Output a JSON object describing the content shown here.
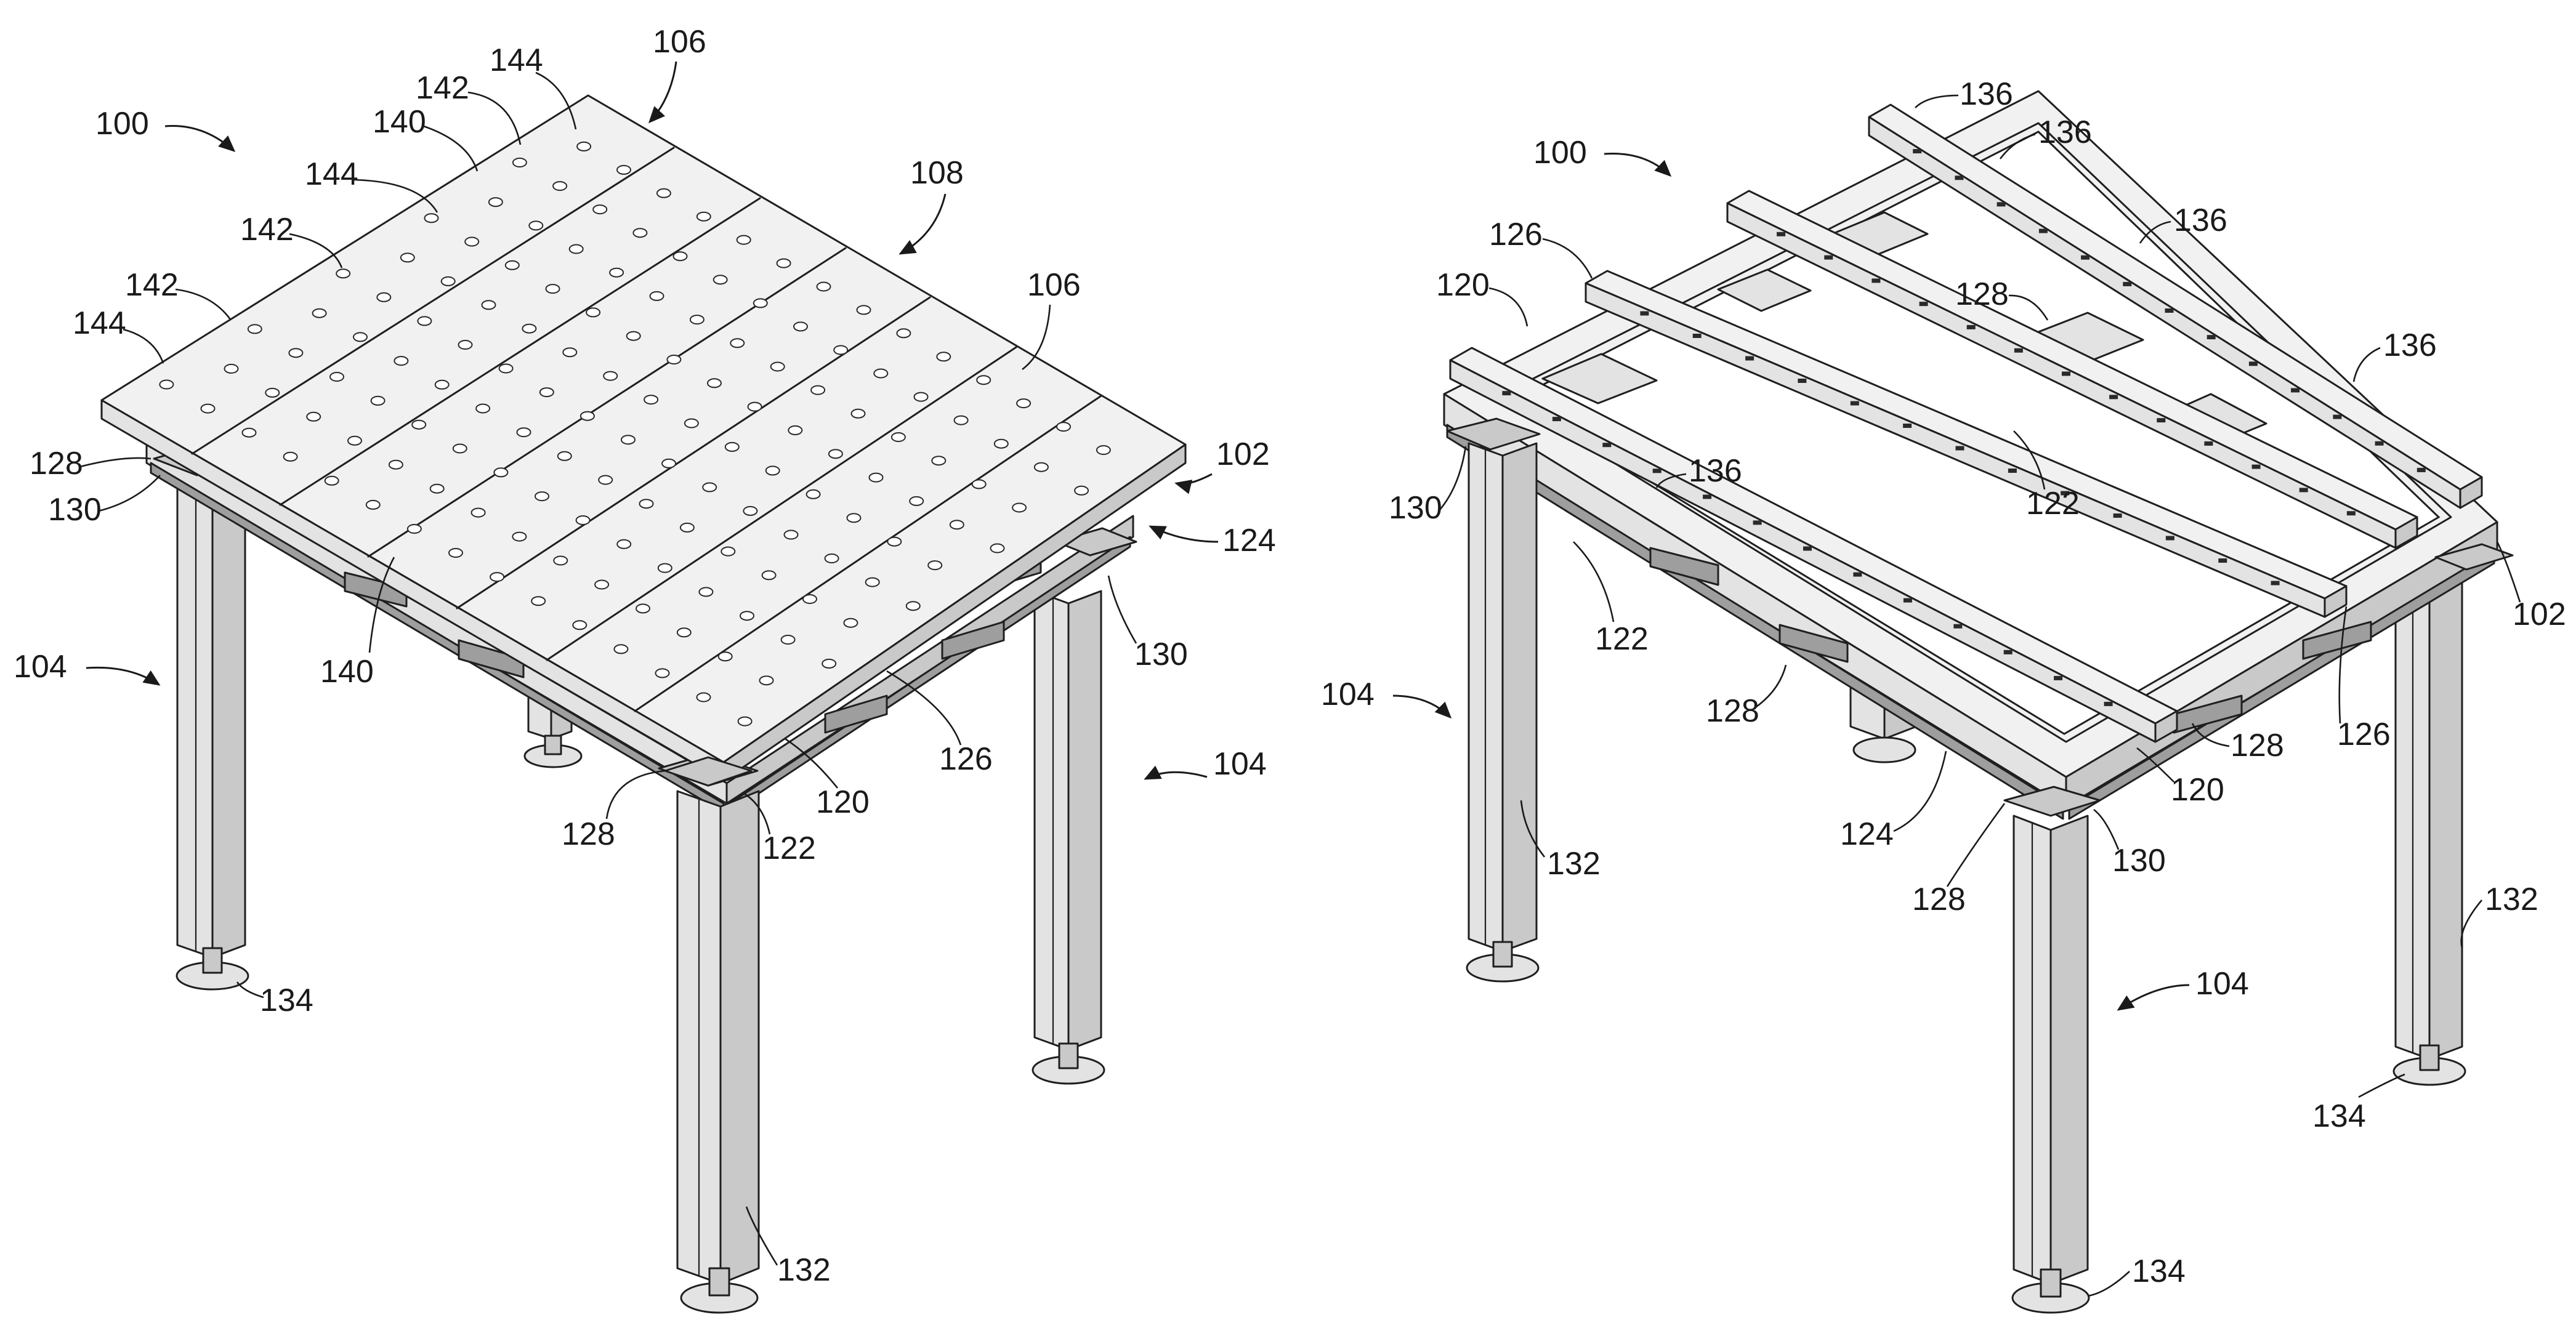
{
  "figure": {
    "left_view": {
      "labels": {
        "l100": "100",
        "l106a": "106",
        "l144a": "144",
        "l142a": "142",
        "l140a": "140",
        "l144b": "144",
        "l142b": "142",
        "l108": "108",
        "l142c": "142",
        "l144c": "144",
        "l106b": "106",
        "l128a": "128",
        "l130a": "130",
        "l102": "102",
        "l124": "124",
        "l104a": "104",
        "l140b": "140",
        "l130b": "130",
        "l126": "126",
        "l104b": "104",
        "l120": "120",
        "l128b": "128",
        "l122": "122",
        "l134": "134",
        "l132": "132"
      }
    },
    "right_view": {
      "labels": {
        "l100": "100",
        "l136a": "136",
        "l136b": "136",
        "l136c": "136",
        "l126a": "126",
        "l128a": "128",
        "l120a": "120",
        "l136d": "136",
        "l130a": "130",
        "l136e": "136",
        "l122a": "122",
        "l122b": "122",
        "l102": "102",
        "l104a": "104",
        "l128b": "128",
        "l128c": "128",
        "l126b": "126",
        "l120b": "120",
        "l124": "124",
        "l130b": "130",
        "l128d": "128",
        "l132a": "132",
        "l132b": "132",
        "l104b": "104",
        "l134a": "134",
        "l134b": "134"
      }
    }
  }
}
